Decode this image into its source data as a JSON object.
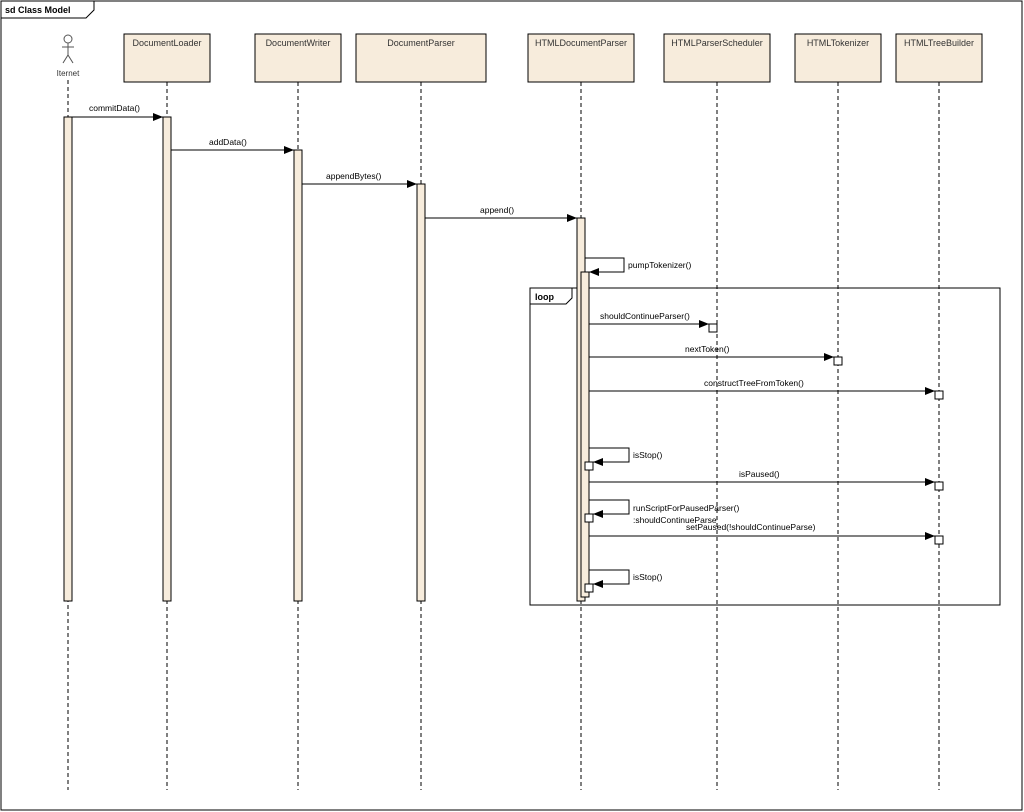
{
  "diagram": {
    "frame_title": "sd Class Model",
    "actor_label": "Iternet",
    "loop_label": "loop",
    "lifelines": [
      {
        "id": "documentloader",
        "label": "DocumentLoader"
      },
      {
        "id": "documentwriter",
        "label": "DocumentWriter"
      },
      {
        "id": "documentparser",
        "label": "DocumentParser"
      },
      {
        "id": "htmldocumentparser",
        "label": "HTMLDocumentParser"
      },
      {
        "id": "htmlparserscheduler",
        "label": "HTMLParserScheduler"
      },
      {
        "id": "htmltokenizer",
        "label": "HTMLTokenizer"
      },
      {
        "id": "htmltreebuilder",
        "label": "HTMLTreeBuilder"
      }
    ],
    "messages": [
      {
        "id": "commitdata",
        "label": "commitData()"
      },
      {
        "id": "adddata",
        "label": "addData()"
      },
      {
        "id": "appendbytes",
        "label": "appendBytes()"
      },
      {
        "id": "append",
        "label": "append()"
      },
      {
        "id": "pumptokenizer",
        "label": "pumpTokenizer()"
      },
      {
        "id": "shouldcontinueparser",
        "label": "shouldContinueParser()"
      },
      {
        "id": "nexttoken",
        "label": "nextToken()"
      },
      {
        "id": "constructtreefromtoken",
        "label": "constructTreeFromToken()"
      },
      {
        "id": "isstop-1",
        "label": "isStop()"
      },
      {
        "id": "ispaused",
        "label": "isPaused()"
      },
      {
        "id": "runscriptforpausedparser",
        "label": "runScriptForPausedParser()"
      },
      {
        "id": "shouldcontinueparse-return",
        "label": ":shouldContinueParse"
      },
      {
        "id": "setpaused",
        "label": "setPaused(!shouldContinueParse)"
      },
      {
        "id": "isstop-2",
        "label": "isStop()"
      }
    ]
  },
  "colors": {
    "head_fill": "#f7ecdc",
    "bar_fill": "#f7ecdc",
    "line": "#000000"
  }
}
